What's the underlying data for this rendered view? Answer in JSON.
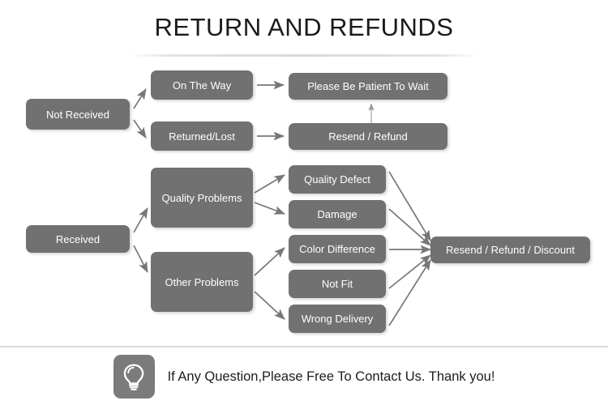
{
  "page": {
    "title": "RETURN AND REFUNDS",
    "background_color": "#ffffff",
    "node_color": "#717171",
    "node_text_color": "#ffffff",
    "arrow_color": "#777777",
    "divider_color": "#dcdcdc"
  },
  "flow": {
    "nodes": {
      "not_received": "Not Received",
      "on_the_way": "On The Way",
      "returned_lost": "Returned/Lost",
      "please_be_patient": "Please Be Patient To Wait",
      "resend_refund": "Resend / Refund",
      "received": "Received",
      "quality_problems": "Quality Problems",
      "other_problems": "Other Problems",
      "quality_defect": "Quality Defect",
      "damage": "Damage",
      "color_difference": "Color Difference",
      "not_fit": "Not Fit",
      "wrong_delivery": "Wrong Delivery",
      "resend_refund_discount": "Resend / Refund / Discount"
    },
    "edges": [
      {
        "from": "not_received",
        "to": "on_the_way"
      },
      {
        "from": "not_received",
        "to": "returned_lost"
      },
      {
        "from": "on_the_way",
        "to": "please_be_patient"
      },
      {
        "from": "returned_lost",
        "to": "resend_refund"
      },
      {
        "from": "resend_refund",
        "to": "please_be_patient"
      },
      {
        "from": "received",
        "to": "quality_problems"
      },
      {
        "from": "received",
        "to": "other_problems"
      },
      {
        "from": "quality_problems",
        "to": "quality_defect"
      },
      {
        "from": "quality_problems",
        "to": "damage"
      },
      {
        "from": "other_problems",
        "to": "color_difference"
      },
      {
        "from": "other_problems",
        "to": "wrong_delivery"
      },
      {
        "from": "quality_defect",
        "to": "resend_refund_discount"
      },
      {
        "from": "damage",
        "to": "resend_refund_discount"
      },
      {
        "from": "color_difference",
        "to": "resend_refund_discount"
      },
      {
        "from": "not_fit",
        "to": "resend_refund_discount"
      },
      {
        "from": "wrong_delivery",
        "to": "resend_refund_discount"
      }
    ]
  },
  "footer": {
    "icon": "lightbulb-icon",
    "message": "If Any Question,Please Free To Contact Us. Thank you!"
  }
}
